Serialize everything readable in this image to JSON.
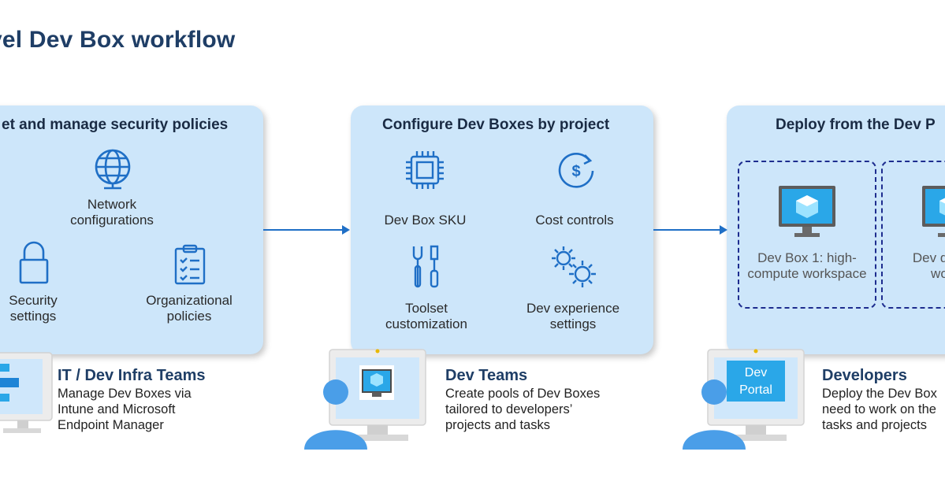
{
  "title": "vel Dev Box workflow",
  "panels": [
    {
      "title": "et and manage security policies",
      "items": [
        {
          "label": "Network configurations",
          "icon": "globe-network-icon"
        },
        {
          "label": "Security settings",
          "icon": "lock-icon"
        },
        {
          "label": "Organizational policies",
          "icon": "clipboard-checklist-icon"
        }
      ]
    },
    {
      "title": "Configure Dev Boxes by project",
      "items": [
        {
          "label": "Dev Box SKU",
          "icon": "chip-icon"
        },
        {
          "label": "Cost controls",
          "icon": "dollar-refresh-icon"
        },
        {
          "label": "Toolset customization",
          "icon": "tools-icon"
        },
        {
          "label": "Dev experience settings",
          "icon": "gears-icon"
        }
      ]
    },
    {
      "title": "Deploy from the Dev P",
      "devboxes": [
        {
          "label": "Dev Box 1: high-compute workspace",
          "icon": "monitor-cube-icon"
        },
        {
          "label": "Dev data e work",
          "icon": "monitor-cube-icon"
        }
      ]
    }
  ],
  "actors": [
    {
      "name": "IT / Dev Infra Teams",
      "desc": [
        "Manage Dev Boxes via",
        "Intune and Microsoft",
        "Endpoint Manager"
      ]
    },
    {
      "name": "Dev Teams",
      "desc": [
        "Create pools of Dev Boxes",
        "tailored to developers’",
        "projects and tasks"
      ]
    },
    {
      "name": "Developers",
      "desc": [
        "Deploy the Dev Box",
        "need to work on the",
        "tasks and projects"
      ],
      "portal": "Dev Portal"
    }
  ],
  "colors": {
    "panel": "#cde6fa",
    "title": "#1f3e66",
    "arrow": "#1f6fc6",
    "dashed": "#1e2d8f",
    "icon": "#1f6fc6",
    "person": "#4a9ee8"
  }
}
